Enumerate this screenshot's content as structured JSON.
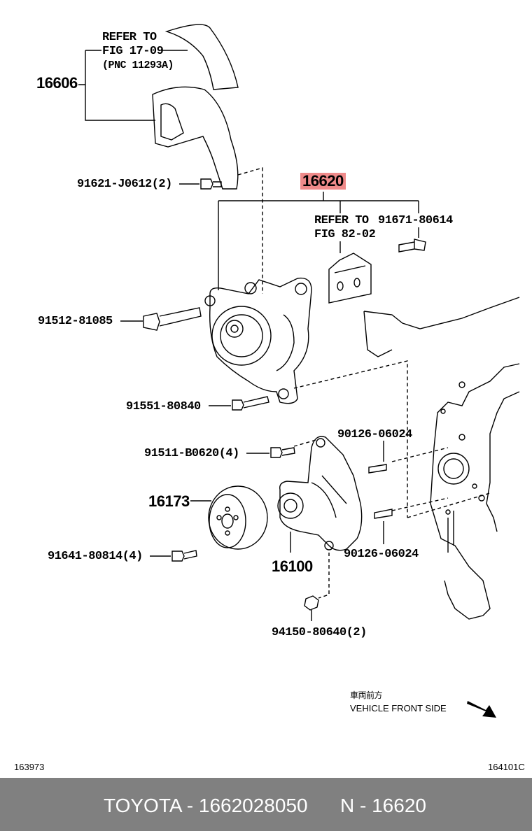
{
  "labels": {
    "refer_17_line1": "REFER TO",
    "refer_17_line2": "FIG 17-09",
    "refer_17_line3": "(PNC 11293A)",
    "p16606": "16606",
    "p91621": "91621-J0612(2)",
    "p16620": "16620",
    "refer_82_line1": "REFER TO",
    "refer_82_line2": "FIG 82-02",
    "p91671": "91671-80614",
    "p91512": "91512-81085",
    "p91551": "91551-80840",
    "p90126_top": "90126-06024",
    "p91511": "91511-B0620(4)",
    "p16173": "16173",
    "p91641": "91641-80814(4)",
    "p90126_bottom": "90126-06024",
    "p16100": "16100",
    "p94150": "94150-80640(2)"
  },
  "direction": {
    "jp": "車両前方",
    "en": "VEHICLE FRONT SIDE"
  },
  "corner_codes": {
    "left": "163973",
    "right": "164101C"
  },
  "footer": {
    "brand_part": "TOYOTA - 1662028050",
    "pnc": "N - 16620"
  },
  "colors": {
    "highlight": "#ef8a8a",
    "footer_bg": "#808080"
  }
}
